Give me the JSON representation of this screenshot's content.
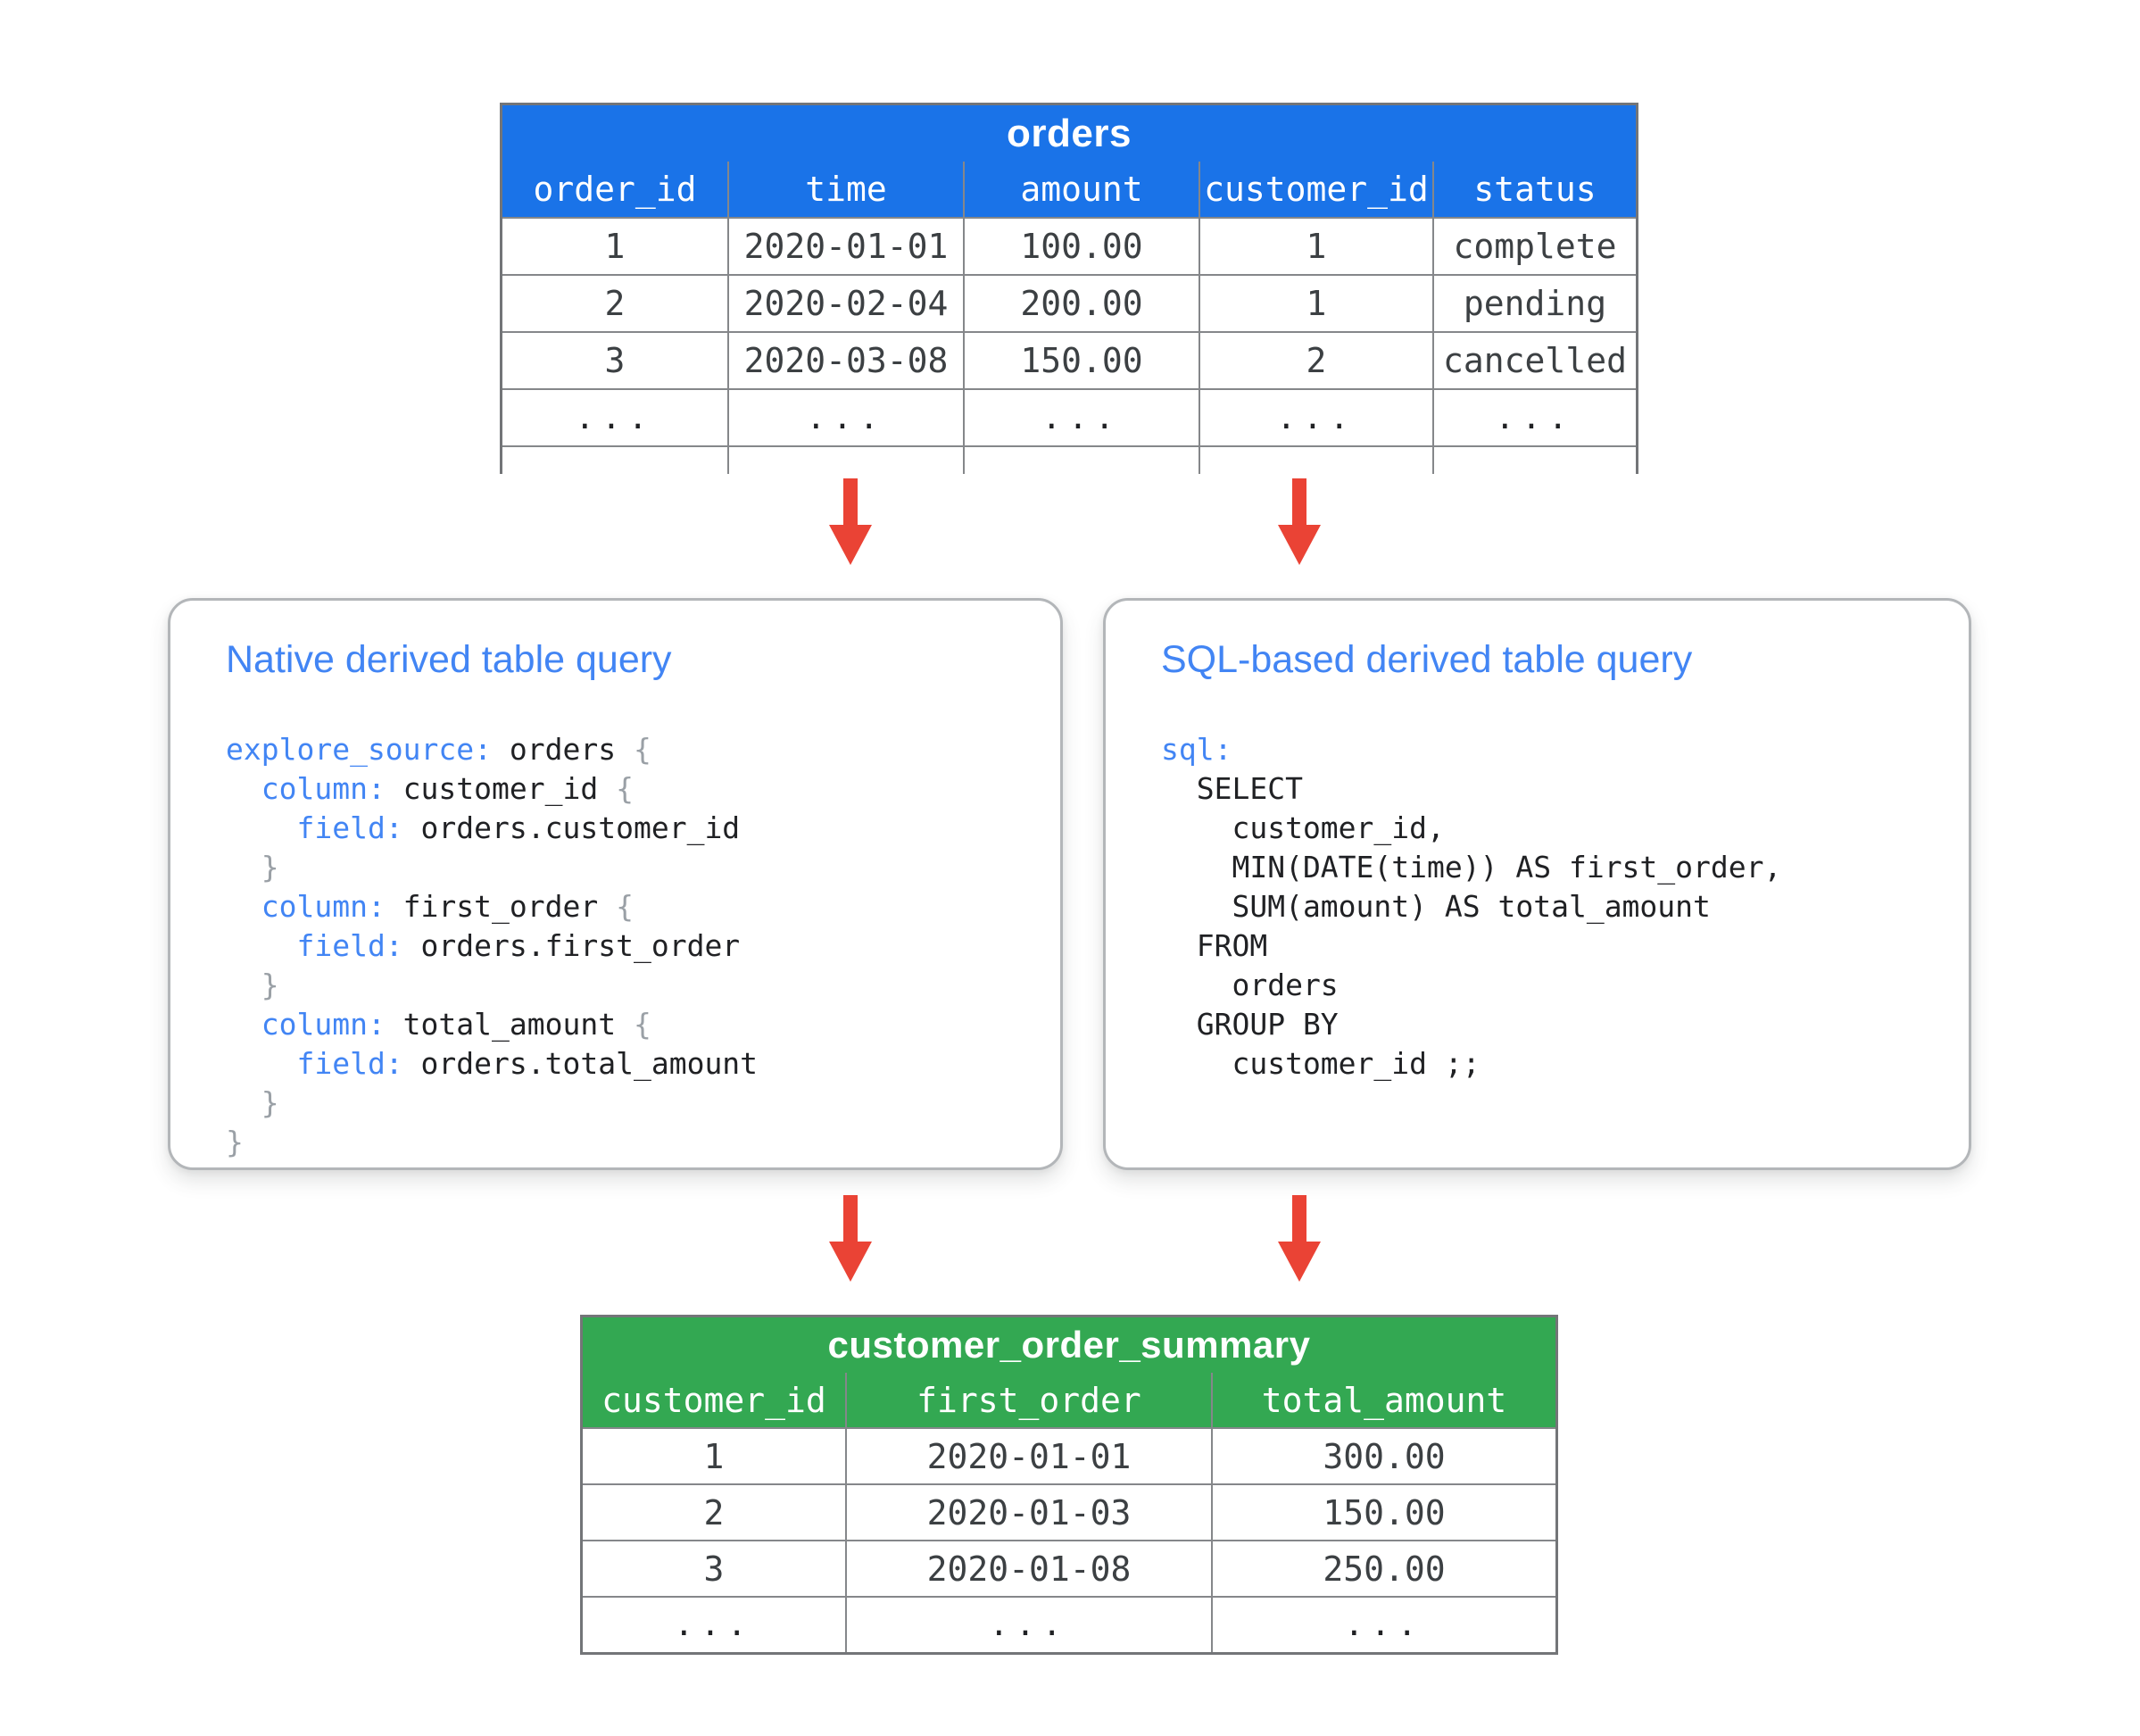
{
  "colors": {
    "orders_header_bg": "#1a73e8",
    "summary_header_bg": "#33a852",
    "arrow_red": "#ea4335",
    "box_title_blue": "#4285f4",
    "code_keyword_blue": "#4285f4",
    "code_text": "#202124",
    "brace_gray": "#9aa0a6",
    "table_text": "#3c4043",
    "table_border_gray": "#85878a",
    "box_border_gray": "#b3b6b9"
  },
  "orders_table": {
    "title": "orders",
    "columns": [
      "order_id",
      "time",
      "amount",
      "customer_id",
      "status"
    ],
    "rows": [
      [
        "1",
        "2020-01-01",
        "100.00",
        "1",
        "complete"
      ],
      [
        "2",
        "2020-02-04",
        "200.00",
        "1",
        "pending"
      ],
      [
        "3",
        "2020-03-08",
        "150.00",
        "2",
        "cancelled"
      ],
      [
        "...",
        "...",
        "...",
        "...",
        "..."
      ]
    ]
  },
  "native_box": {
    "title": "Native derived table query",
    "code": [
      {
        "k": "explore_source:",
        "p": " orders ",
        "b": "{"
      },
      {
        "k": "  column:",
        "p": " customer_id ",
        "b": "{"
      },
      {
        "k": "    field:",
        "p": " orders.customer_id"
      },
      {
        "b": "  }"
      },
      {
        "k": "  column:",
        "p": " first_order ",
        "b": "{"
      },
      {
        "k": "    field:",
        "p": " orders.first_order"
      },
      {
        "b": "  }"
      },
      {
        "k": "  column:",
        "p": " total_amount ",
        "b": "{"
      },
      {
        "k": "    field:",
        "p": " orders.total_amount"
      },
      {
        "b": "  }"
      },
      {
        "b": "}"
      }
    ]
  },
  "sql_box": {
    "title": "SQL-based derived table query",
    "code": [
      {
        "k": "sql:"
      },
      {
        "p": "  SELECT"
      },
      {
        "p": "    customer_id,"
      },
      {
        "p": "    MIN(DATE(time)) AS first_order,"
      },
      {
        "p": "    SUM(amount) AS total_amount"
      },
      {
        "p": "  FROM"
      },
      {
        "p": "    orders"
      },
      {
        "p": "  GROUP BY"
      },
      {
        "p": "    customer_id ;;"
      }
    ]
  },
  "summary_table": {
    "title": "customer_order_summary",
    "columns": [
      "customer_id",
      "first_order",
      "total_amount"
    ],
    "rows": [
      [
        "1",
        "2020-01-01",
        "300.00"
      ],
      [
        "2",
        "2020-01-03",
        "150.00"
      ],
      [
        "3",
        "2020-01-08",
        "250.00"
      ],
      [
        "...",
        "...",
        "..."
      ]
    ]
  }
}
